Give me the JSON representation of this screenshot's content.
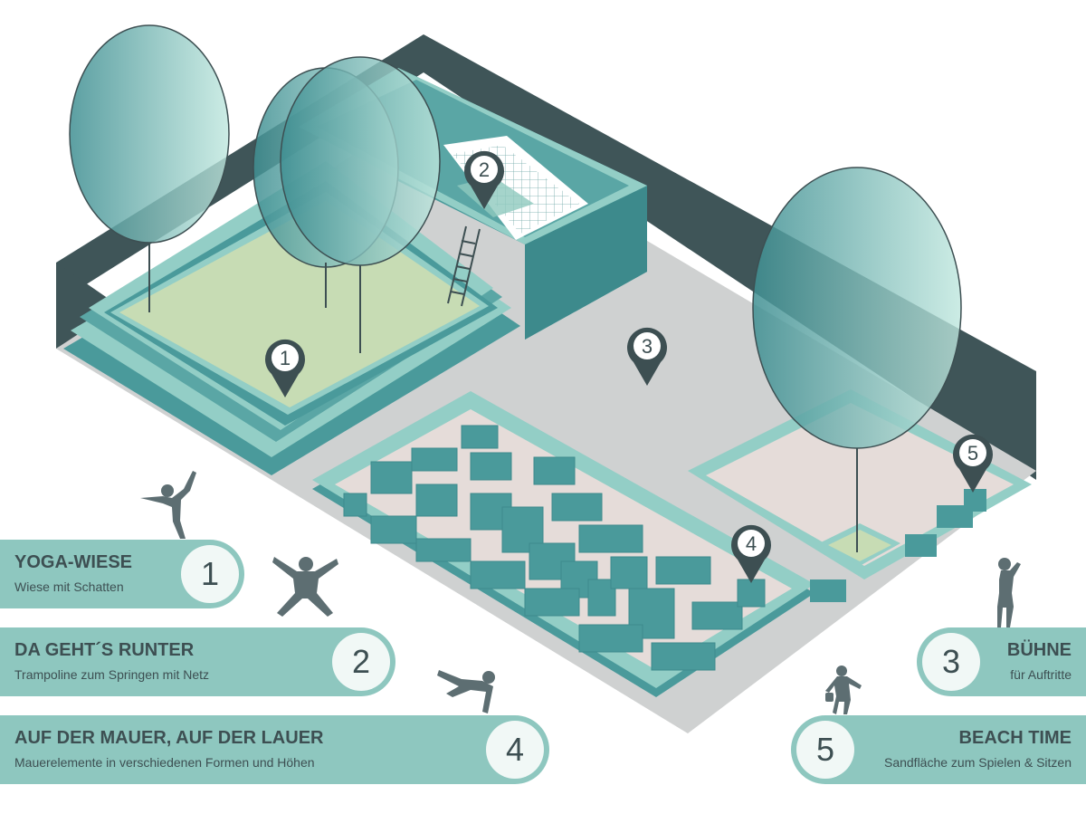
{
  "map_pins": [
    "1",
    "2",
    "3",
    "4",
    "5"
  ],
  "features": [
    {
      "number": "1",
      "title": "YOGA-WIESE",
      "subtitle": "Wiese mit Schatten"
    },
    {
      "number": "2",
      "title": "DA GEHT´S RUNTER",
      "subtitle": "Trampoline zum Springen mit Netz"
    },
    {
      "number": "3",
      "title": "BÜHNE",
      "subtitle": "für Auftritte"
    },
    {
      "number": "4",
      "title": "AUF DER MAUER, AUF DER LAUER",
      "subtitle": "Mauerelemente in verschiedenen Formen und Höhen"
    },
    {
      "number": "5",
      "title": "BEACH TIME",
      "subtitle": "Sandfläche zum Spielen & Sitzen"
    }
  ],
  "colors": {
    "back_wall": "#3f5558",
    "wall_teal": "#4a9a9b",
    "rim_light": "#93cec6",
    "ground": "#cfd1d1",
    "lawn": "#c7dcb4",
    "sand": "#e5dcd9",
    "card": "#8ec7bf",
    "badge": "#f1f8f6",
    "text": "#3d4f52",
    "silhouette": "#5d6e72"
  }
}
